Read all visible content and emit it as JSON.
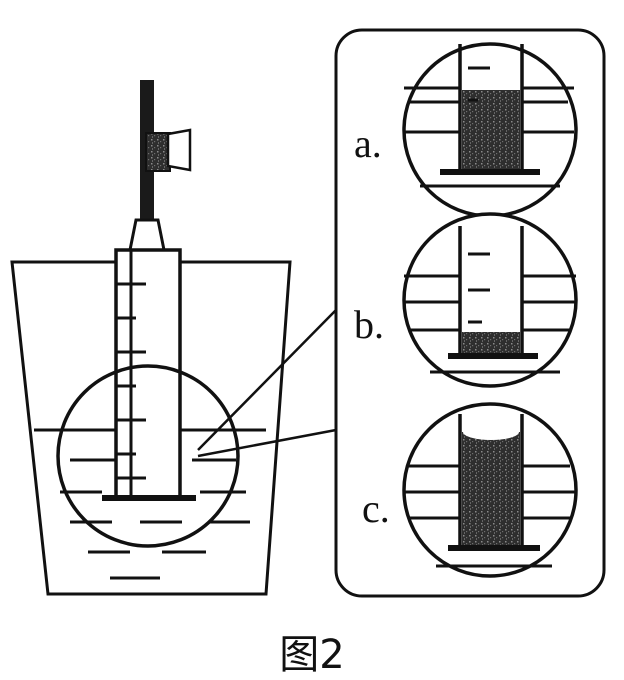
{
  "labels": {
    "a": "a.",
    "b": "b.",
    "c": "c."
  },
  "caption": "图2",
  "liquid_levels": {
    "a": 0.72,
    "b": 0.22,
    "c": 0.84
  },
  "colors": {
    "line": "#111111",
    "background": "#ffffff",
    "filled": "#3a3a3a"
  }
}
